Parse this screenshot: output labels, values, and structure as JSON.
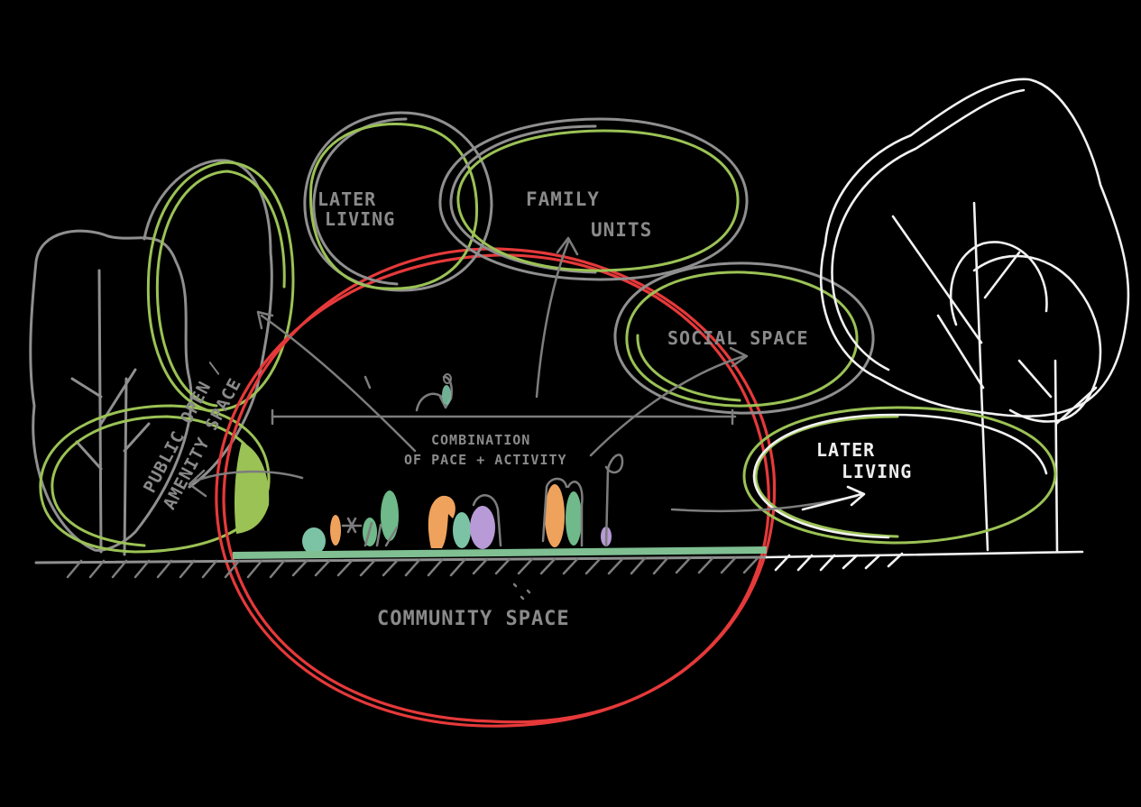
{
  "labels": {
    "later_living_top": [
      "LATER",
      "LIVING"
    ],
    "family_units": [
      "FAMILY",
      "UNITS"
    ],
    "social_space": "SOCIAL SPACE",
    "public_amenity": [
      "PUBLIC OPEN /",
      "AMENITY SPACE"
    ],
    "combination": [
      "COMBINATION",
      "OF PACE + ACTIVITY"
    ],
    "later_living_right": [
      "LATER",
      "LIVING"
    ],
    "community_space": "COMMUNITY SPACE"
  },
  "colors": {
    "background": "#000000",
    "sketch_line": "#8f8f8f",
    "green_zone": "#9bc255",
    "community_circle": "#e6393a",
    "new_trees": "#f2f2f2",
    "ground_strip": "#7fbf92",
    "figure_teal": "#7cc3a5",
    "figure_orange": "#efa25c",
    "figure_purple": "#b79ad6",
    "figure_green": "#6fb98a"
  }
}
